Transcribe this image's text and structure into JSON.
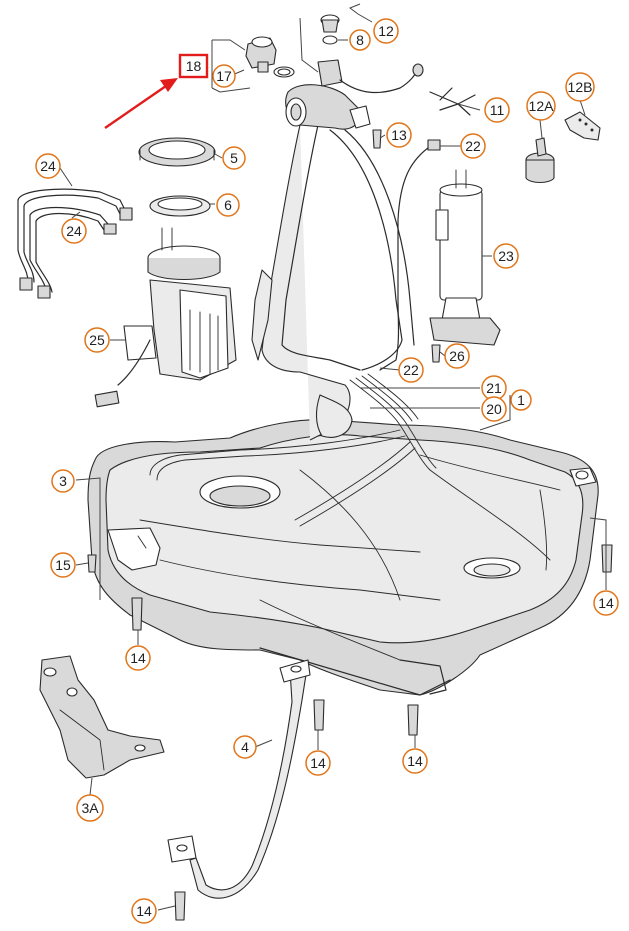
{
  "diagram": {
    "highlight_color": "#e21b1b",
    "callout_border_color": "#e0751a",
    "highlighted_part": "18",
    "labels": {
      "p1": "1",
      "p3": "3",
      "p3a": "3A",
      "p4": "4",
      "p5": "5",
      "p6": "6",
      "p8": "8",
      "p11": "11",
      "p12": "12",
      "p12a": "12A",
      "p12b": "12B",
      "p13": "13",
      "p14a": "14",
      "p14b": "14",
      "p14c": "14",
      "p14d": "14",
      "p14e": "14",
      "p15": "15",
      "p17": "17",
      "p18": "18",
      "p20": "20",
      "p21": "21",
      "p22a": "22",
      "p22b": "22",
      "p23": "23",
      "p24a": "24",
      "p24b": "24",
      "p25": "25",
      "p26": "26"
    }
  }
}
